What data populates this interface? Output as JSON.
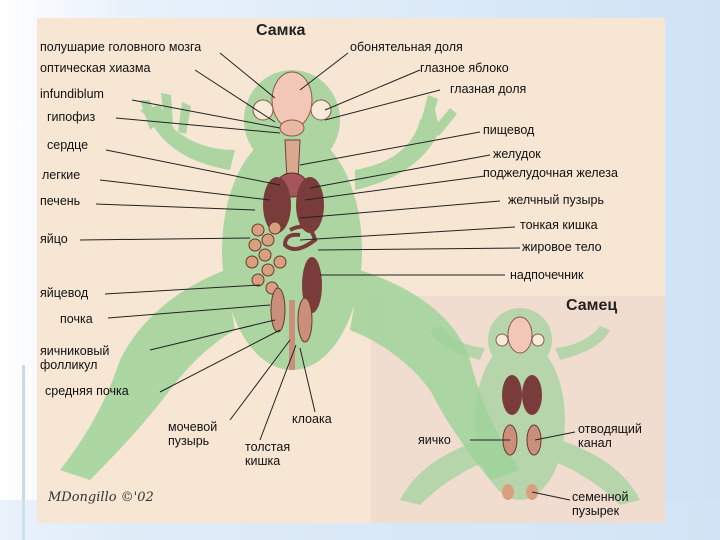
{
  "female_title": "Самка",
  "male_title": "Самец",
  "signature": "MDongillo ©'02",
  "labels_left": [
    "полушарие головного мозга",
    "оптическая хиазма",
    "infundiblum",
    "гипофиз",
    "сердце",
    "легкие",
    "печень",
    "яйцо",
    "яйцевод",
    "почка",
    "яичниковый",
    "фолликул",
    "средняя почка"
  ],
  "labels_right": [
    "обонятельная доля",
    "глазное яблоко",
    "глазная доля",
    "пищевод",
    "желудок",
    "поджелудочная железа",
    "желчный пузырь",
    "тонкая кишка",
    "жировое тело",
    "надпочечник"
  ],
  "labels_bottom": [
    "мочевой",
    "пузырь",
    "толстая",
    "кишка",
    "клоака"
  ],
  "male_labels": [
    "яичко",
    "отводящий",
    "канал",
    "семенной",
    "пузырек"
  ],
  "colors": {
    "frog_body": "#9fd39a",
    "organ_dark": "#7a3b3b",
    "organ_light": "#c98f7a",
    "brain": "#f2c7b8"
  }
}
